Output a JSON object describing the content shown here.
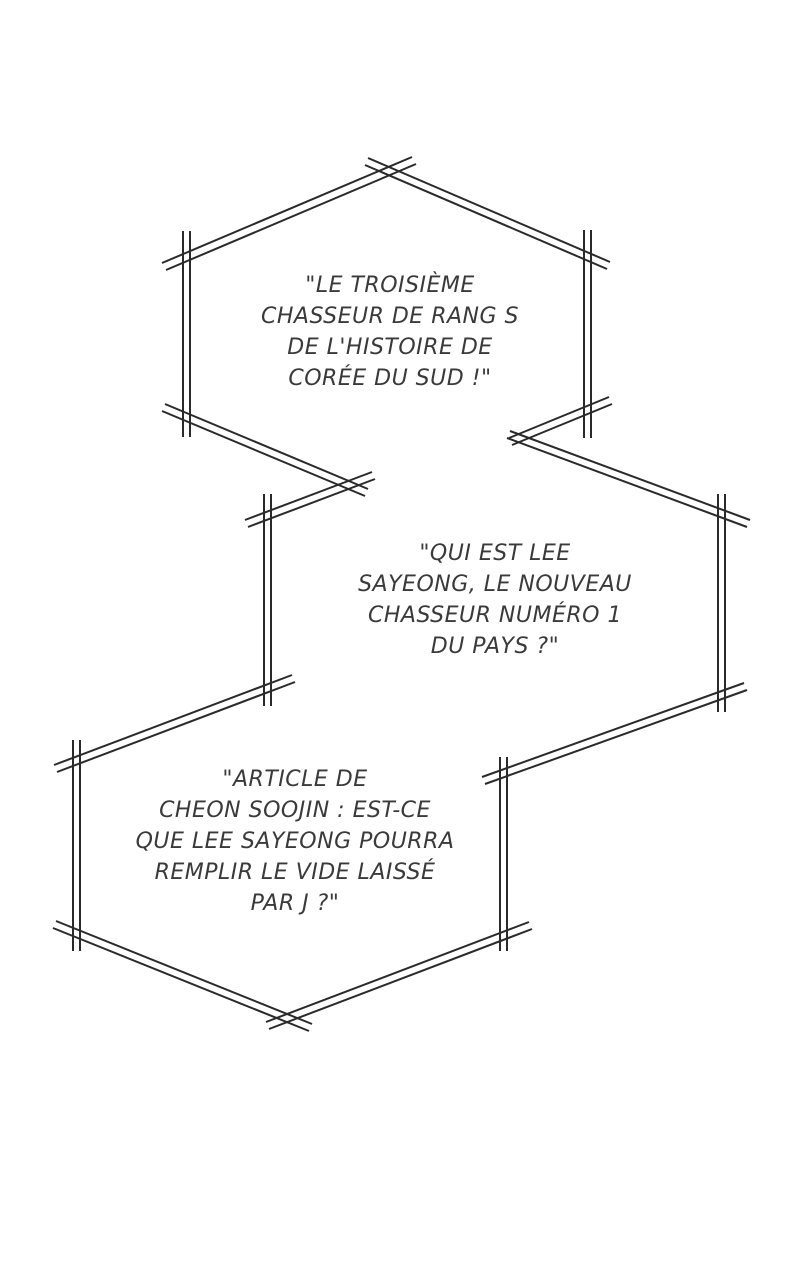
{
  "captions": [
    {
      "text": "\"LE TROISIÈME\nCHASSEUR DE RANG S\nDE L'HISTOIRE DE\nCORÉE DU SUD !\""
    },
    {
      "text": "\"QUI EST LEE\nSAYEONG, LE NOUVEAU\nCHASSEUR NUMÉRO 1\nDU PAYS ?\""
    },
    {
      "text": "\"ARTICLE DE\nCHEON SOOJIN : EST-CE\nQUE LEE SAYEONG POURRA\nREMPLIR LE VIDE LAISSÉ\nPAR J ?\""
    }
  ],
  "colors": {
    "background": "#ffffff",
    "frame_stroke": "#2a2a2a",
    "text": "#3a3a3a"
  }
}
